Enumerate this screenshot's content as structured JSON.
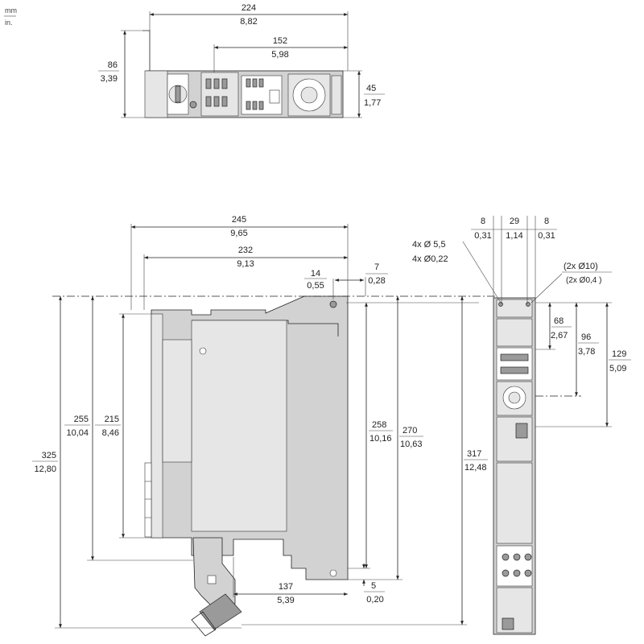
{
  "units": {
    "primary": "mm",
    "secondary": "in."
  },
  "top_view": {
    "width_total": {
      "mm": "224",
      "in": "8,82"
    },
    "width_inner": {
      "mm": "152",
      "in": "5,98"
    },
    "height_total": {
      "mm": "86",
      "in": "3,39"
    },
    "height_body": {
      "mm": "45",
      "in": "1,77"
    }
  },
  "side_view": {
    "depth_total": {
      "mm": "245",
      "in": "9,65"
    },
    "depth_body": {
      "mm": "232",
      "in": "9,13"
    },
    "offset_14": {
      "mm": "14",
      "in": "0,55"
    },
    "offset_7": {
      "mm": "7",
      "in": "0,28"
    },
    "height_325": {
      "mm": "325",
      "in": "12,80"
    },
    "height_255": {
      "mm": "255",
      "in": "10,04"
    },
    "height_215": {
      "mm": "215",
      "in": "8,46"
    },
    "height_258": {
      "mm": "258",
      "in": "10,16"
    },
    "height_270": {
      "mm": "270",
      "in": "10,63"
    },
    "height_317": {
      "mm": "317",
      "in": "12,48"
    },
    "bottom_137": {
      "mm": "137",
      "in": "5,39"
    },
    "bottom_5": {
      "mm": "5",
      "in": "0,20"
    }
  },
  "front_view": {
    "left_8": {
      "mm": "8",
      "in": "0,31"
    },
    "mid_29": {
      "mm": "29",
      "in": "1,14"
    },
    "right_8": {
      "mm": "8",
      "in": "0,31"
    },
    "holes_mm": "4x Ø 5,5",
    "holes_in": "4x Ø0,22",
    "holes2_mm": "(2x Ø10)",
    "holes2_in": "(2x Ø0,4 )",
    "h68": {
      "mm": "68",
      "in": "2,67"
    },
    "h96": {
      "mm": "96",
      "in": "3,78"
    },
    "h129": {
      "mm": "129",
      "in": "5,09"
    }
  }
}
